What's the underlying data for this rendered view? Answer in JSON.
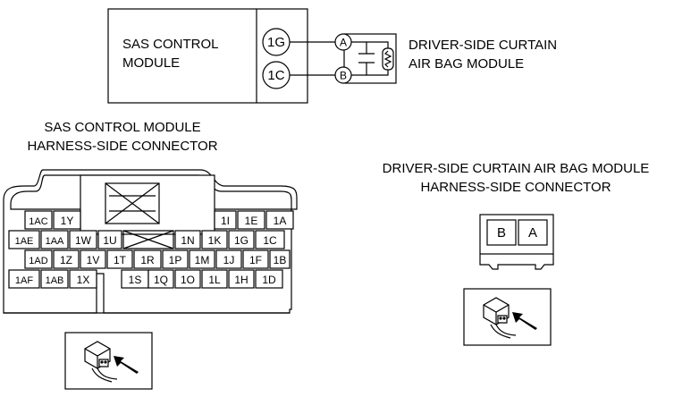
{
  "schematic": {
    "module_label": [
      "SAS CONTROL",
      "MODULE"
    ],
    "pins": [
      "1G",
      "1C"
    ],
    "terminals": [
      "A",
      "B"
    ],
    "airbag_label": [
      "DRIVER-SIDE CURTAIN",
      "AIR BAG MODULE"
    ]
  },
  "sas_connector": {
    "title": [
      "SAS CONTROL MODULE",
      "HARNESS-SIDE CONNECTOR"
    ],
    "row1": [
      "1AC",
      "1Y",
      "1I",
      "1E",
      "1A"
    ],
    "row2": [
      "1AE",
      "1AA",
      "1W",
      "1U",
      "1N",
      "1K",
      "1G",
      "1C"
    ],
    "row3": [
      "1AD",
      "1Z",
      "1V",
      "1T",
      "1R",
      "1P",
      "1M",
      "1J",
      "1F",
      "1B"
    ],
    "row4": [
      "1AF",
      "1AB",
      "1X",
      "1S",
      "1Q",
      "1O",
      "1L",
      "1H",
      "1D"
    ]
  },
  "airbag_connector": {
    "title": [
      "DRIVER-SIDE CURTAIN AIR BAG MODULE",
      "HARNESS-SIDE CONNECTOR"
    ],
    "pins": [
      "B",
      "A"
    ]
  },
  "icons": [
    "connector-probe-icon",
    "connector-probe-icon"
  ]
}
